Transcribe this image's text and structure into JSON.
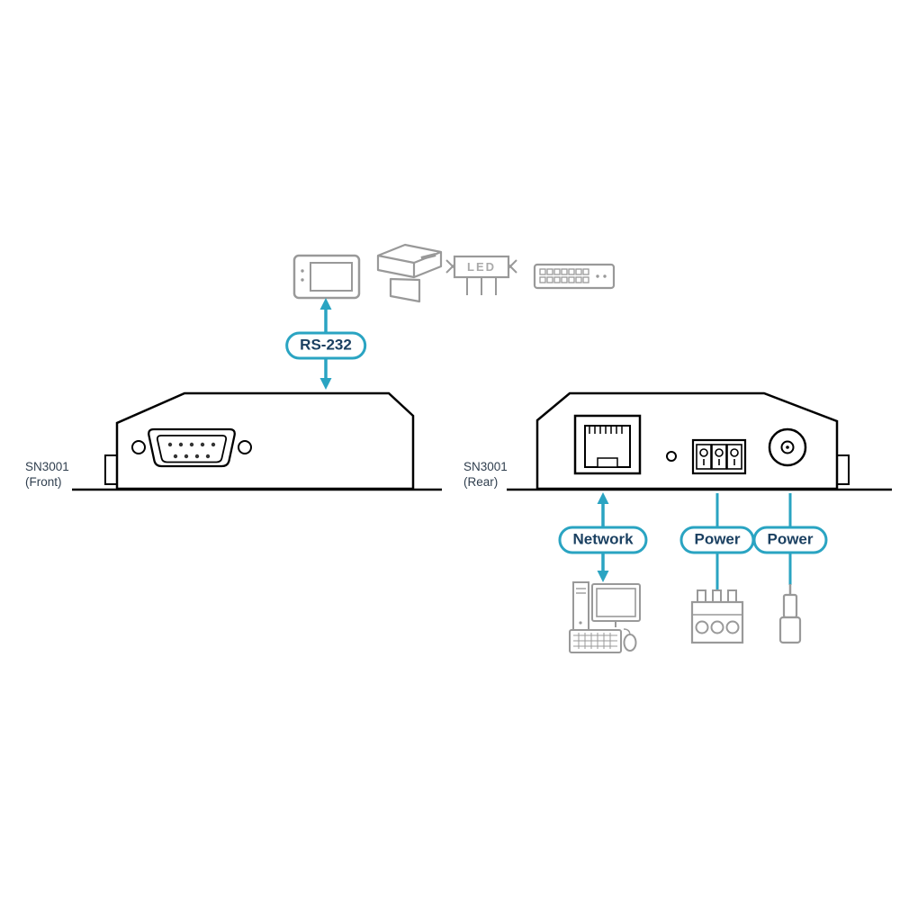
{
  "labels": {
    "rs232_pill": "RS-232",
    "network_pill": "Network",
    "power_pill_1": "Power",
    "power_pill_2": "Power",
    "front_name": "SN3001",
    "front_sub": "(Front)",
    "rear_name": "SN3001",
    "rear_sub": "(Rear)",
    "led_sign_text": "LED"
  },
  "colors": {
    "accent_teal": "#2aa4c2",
    "pill_text": "#1b4061",
    "device_outline": "#000000",
    "icon_gray": "#999999",
    "background": "#ffffff"
  },
  "icons": {
    "top_serial_devices": [
      "hmi-panel-icon",
      "barcode-scanner-icon",
      "led-display-icon",
      "serial-device-icon"
    ],
    "bottom_devices": [
      "computer-icon",
      "terminal-block-plug-icon",
      "dc-power-plug-icon"
    ]
  },
  "ports": {
    "front": [
      "db9-serial-port"
    ],
    "rear": [
      "rj45-network-port",
      "status-led",
      "terminal-block-power",
      "dc-jack-power"
    ]
  }
}
